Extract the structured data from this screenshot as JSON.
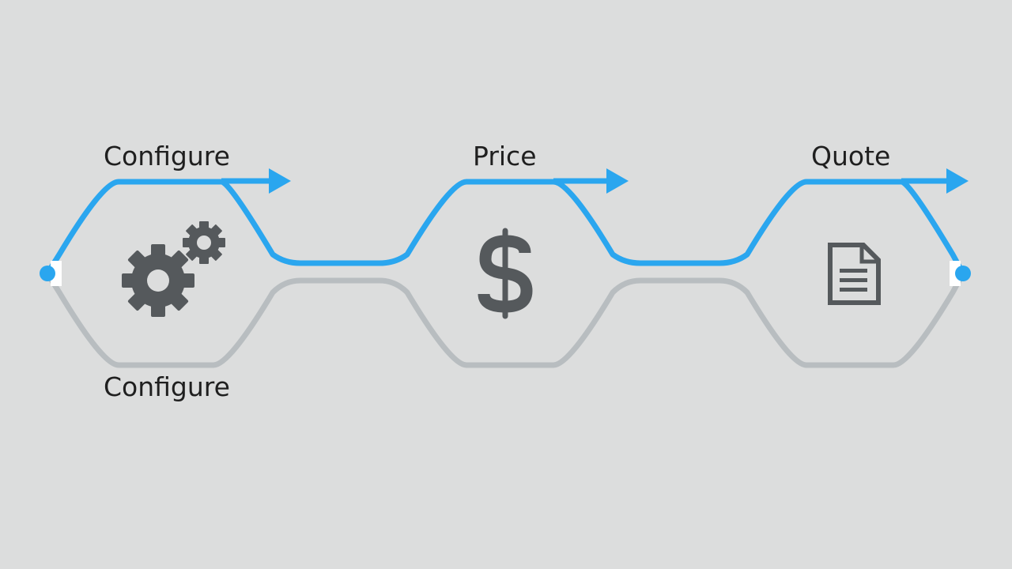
{
  "colors": {
    "background": "#dcdddd",
    "flow_line": "#2aa6ef",
    "shadow_line": "#b8bdc0",
    "icon": "#55595c",
    "text": "#1f1f1f"
  },
  "steps": [
    {
      "label": "Configure",
      "icon": "gears-icon"
    },
    {
      "label": "Price",
      "icon": "dollar-icon"
    },
    {
      "label": "Quote",
      "icon": "document-icon"
    }
  ],
  "bottom_label": "Configure"
}
